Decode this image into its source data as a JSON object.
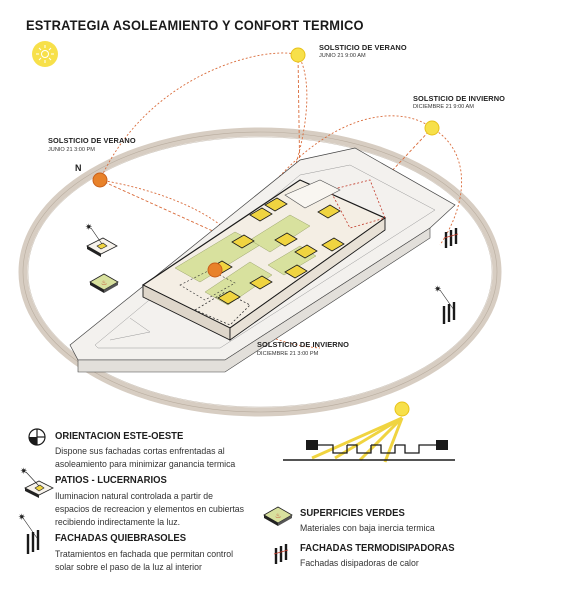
{
  "title": "ESTRATEGIA ASOLEAMIENTO Y CONFORT TERMICO",
  "north": "N",
  "solstices": [
    {
      "name": "SOLSTICIO DE VERANO",
      "time": "JUNIO 21   9:00 AM"
    },
    {
      "name": "SOLSTICIO DE INVIERNO",
      "time": "DICIEMBRE 21   9:00 AM"
    },
    {
      "name": "SOLSTICIO DE VERANO",
      "time": "JUNIO 21   3:00 PM"
    },
    {
      "name": "SOLSTICIO DE INVIERNO",
      "time": "DICIEMBRE 21   3:00 PM"
    }
  ],
  "legend": [
    {
      "title": "ORIENTACION ESTE-OESTE",
      "lines": [
        "Dispone sus fachadas cortas enfrentadas al",
        "asoleamiento para minimizar ganancia termica"
      ]
    },
    {
      "title": "PATIOS - LUCERNARIOS",
      "lines": [
        "Iluminacion  natural controlada a partir de",
        "espacios de recreacion y elementos en cubiertas",
        "recibiendo indirectamente la luz."
      ]
    },
    {
      "title": "FACHADAS QUIEBRASOLES",
      "lines": [
        "Tratamientos en fachada que permitan control",
        "solar sobre el paso de la luz al interior"
      ]
    },
    {
      "title": "SUPERFICIES VERDES",
      "lines": [
        "Materiales con baja inercia termica"
      ]
    },
    {
      "title": "FACHADAS TERMODISIPADORAS",
      "lines": [
        "Fachadas disipadoras de calor"
      ]
    }
  ],
  "colors": {
    "sun": "#f7e04a",
    "sun_outline": "#e8c21a",
    "sun_path": "#e0602a",
    "accent_orange": "#e8822a",
    "green_roof": "#d9e2a0",
    "skylight": "#f0d64a",
    "orbit": "#d8cfc4",
    "outline": "#1a1a1a"
  },
  "icons": [
    "sun-icon",
    "compass-icon",
    "courtyard-icon",
    "green-roof-icon",
    "brise-soleil-icon",
    "heat-facade-icon",
    "section-sun-icon"
  ]
}
